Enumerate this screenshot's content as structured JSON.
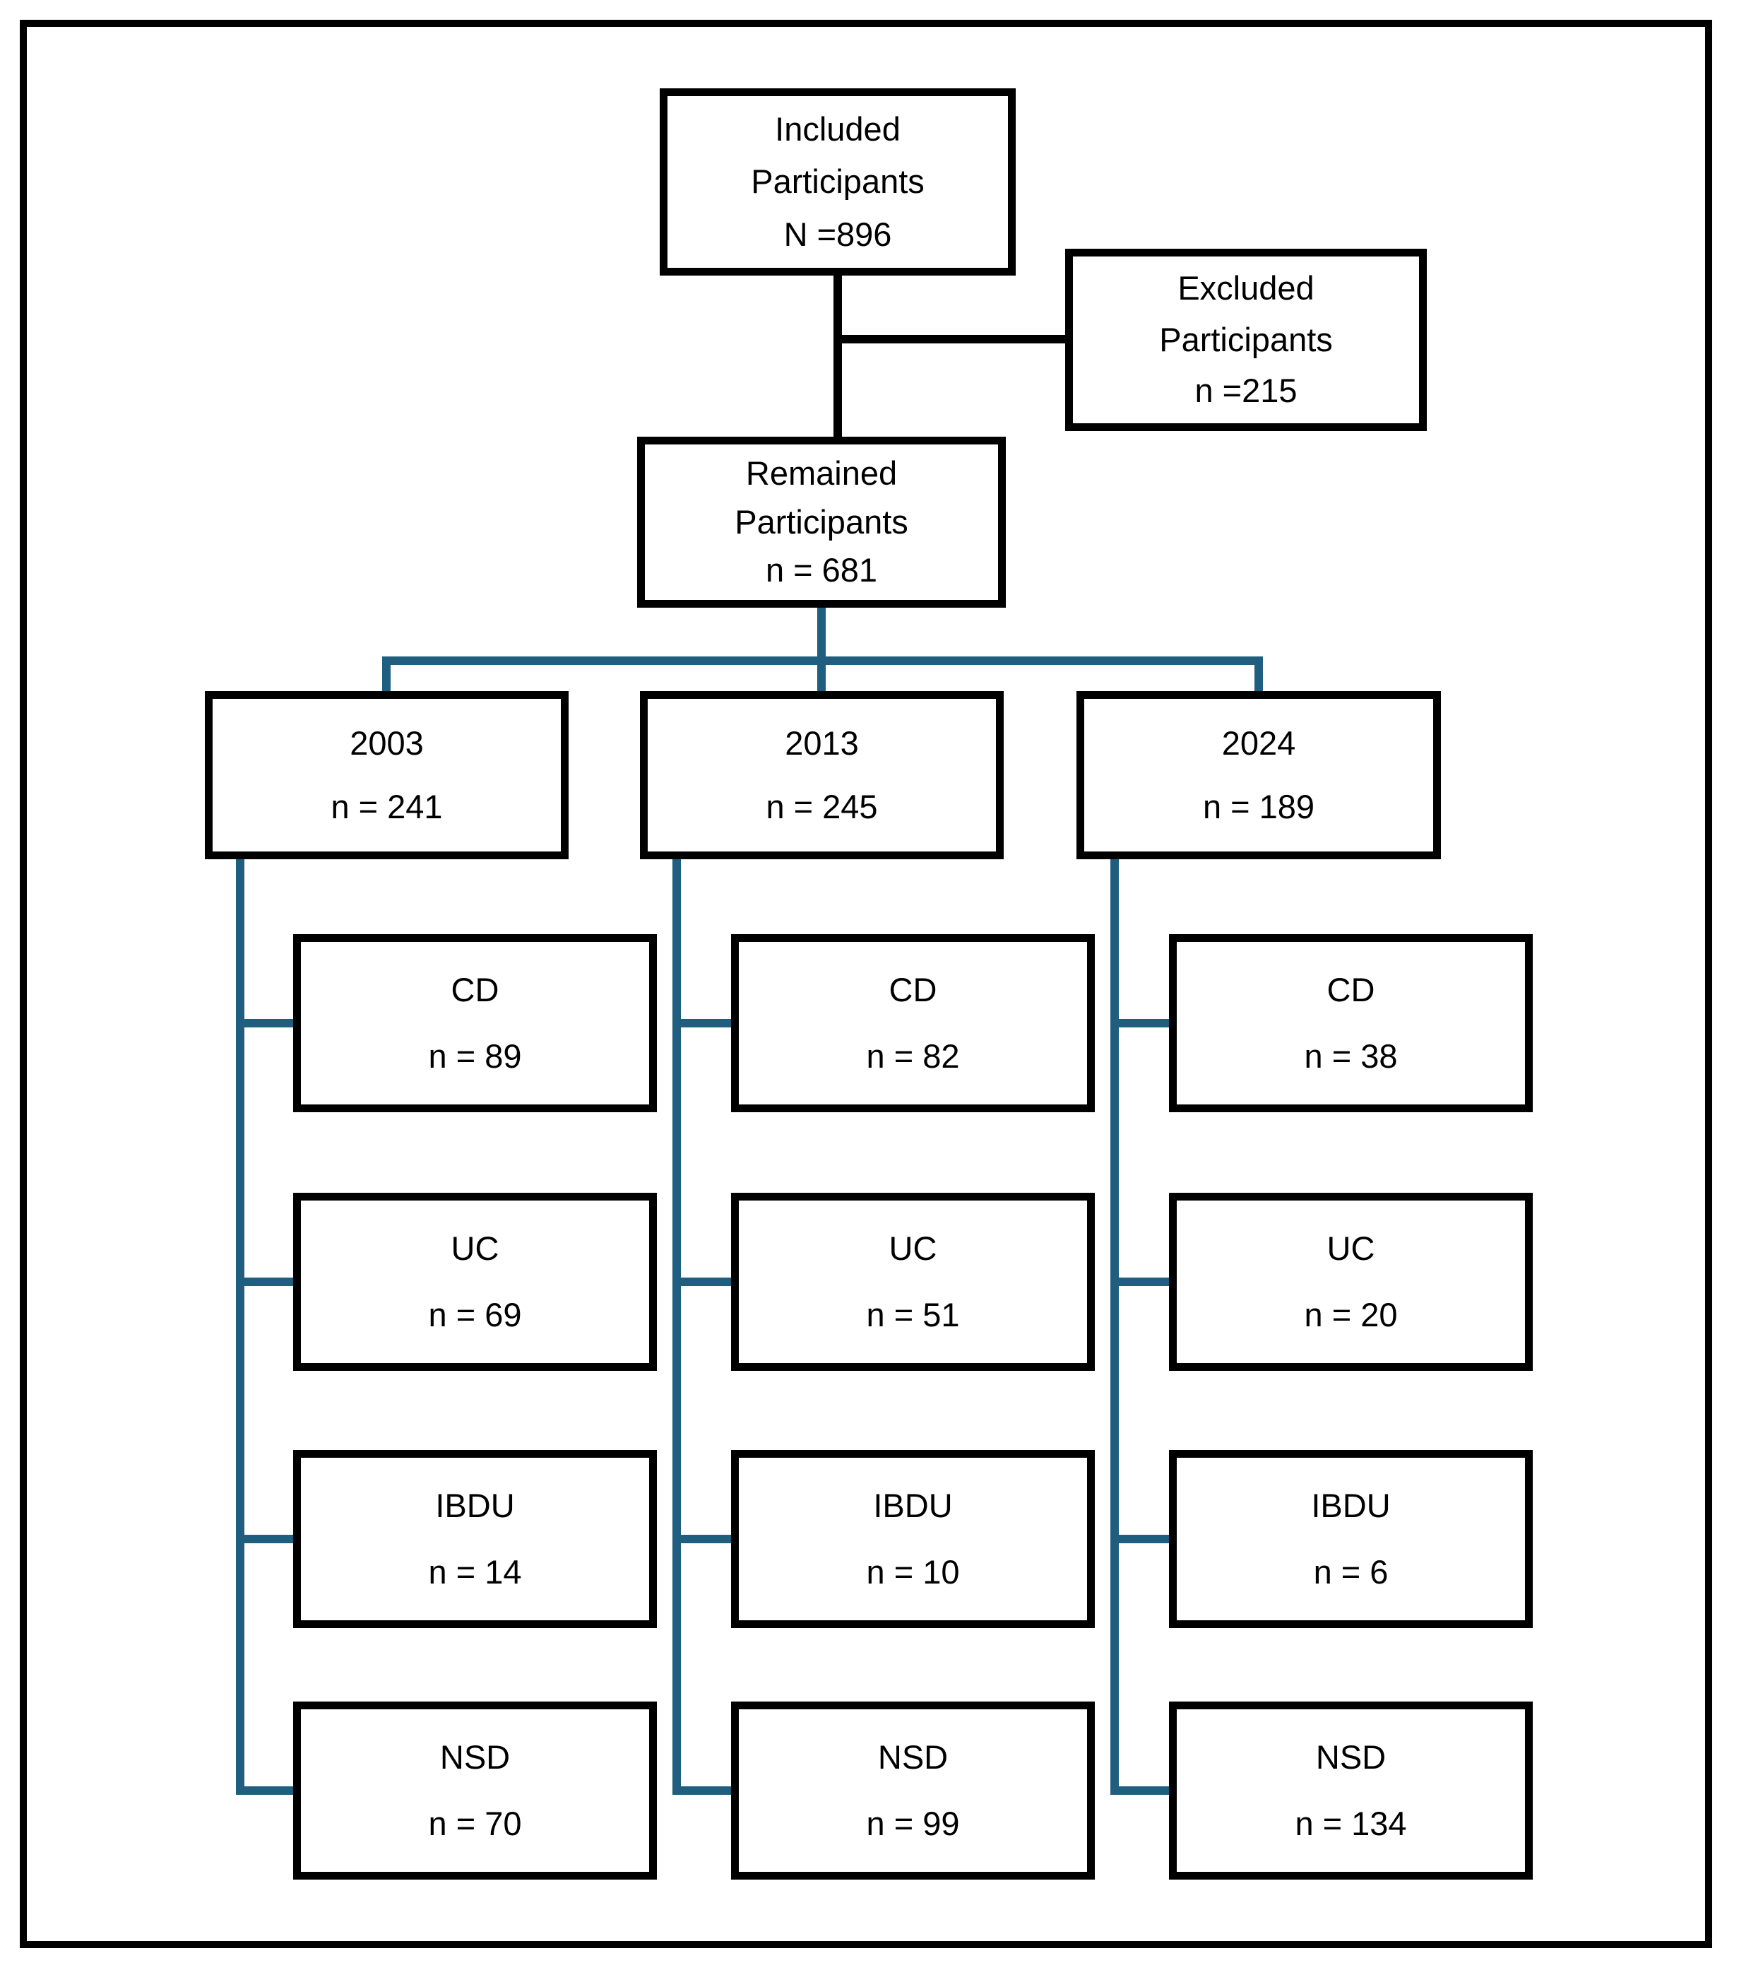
{
  "included": {
    "lines": [
      "Included",
      "Participants",
      "N =896"
    ]
  },
  "excluded": {
    "lines": [
      "Excluded",
      "Participants",
      "n =215"
    ]
  },
  "remained": {
    "lines": [
      "Remained",
      "Participants",
      "n = 681"
    ]
  },
  "cohorts": [
    {
      "year": "2003",
      "n": "n = 241",
      "groups": [
        {
          "label": "CD",
          "n": "n = 89"
        },
        {
          "label": "UC",
          "n": "n = 69"
        },
        {
          "label": "IBDU",
          "n": "n = 14"
        },
        {
          "label": "NSD",
          "n": "n = 70"
        }
      ]
    },
    {
      "year": "2013",
      "n": "n = 245",
      "groups": [
        {
          "label": "CD",
          "n": "n = 82"
        },
        {
          "label": "UC",
          "n": "n = 51"
        },
        {
          "label": "IBDU",
          "n": "n = 10"
        },
        {
          "label": "NSD",
          "n": "n = 99"
        }
      ]
    },
    {
      "year": "2024",
      "n": "n = 189",
      "groups": [
        {
          "label": "CD",
          "n": "n = 38"
        },
        {
          "label": "UC",
          "n": "n = 20"
        },
        {
          "label": "IBDU",
          "n": "n = 6"
        },
        {
          "label": "NSD",
          "n": "n = 134"
        }
      ]
    }
  ],
  "colors": {
    "connector_black": "#000000",
    "connector_teal": "#205E80",
    "box_border": "#000000",
    "background": "#ffffff"
  }
}
